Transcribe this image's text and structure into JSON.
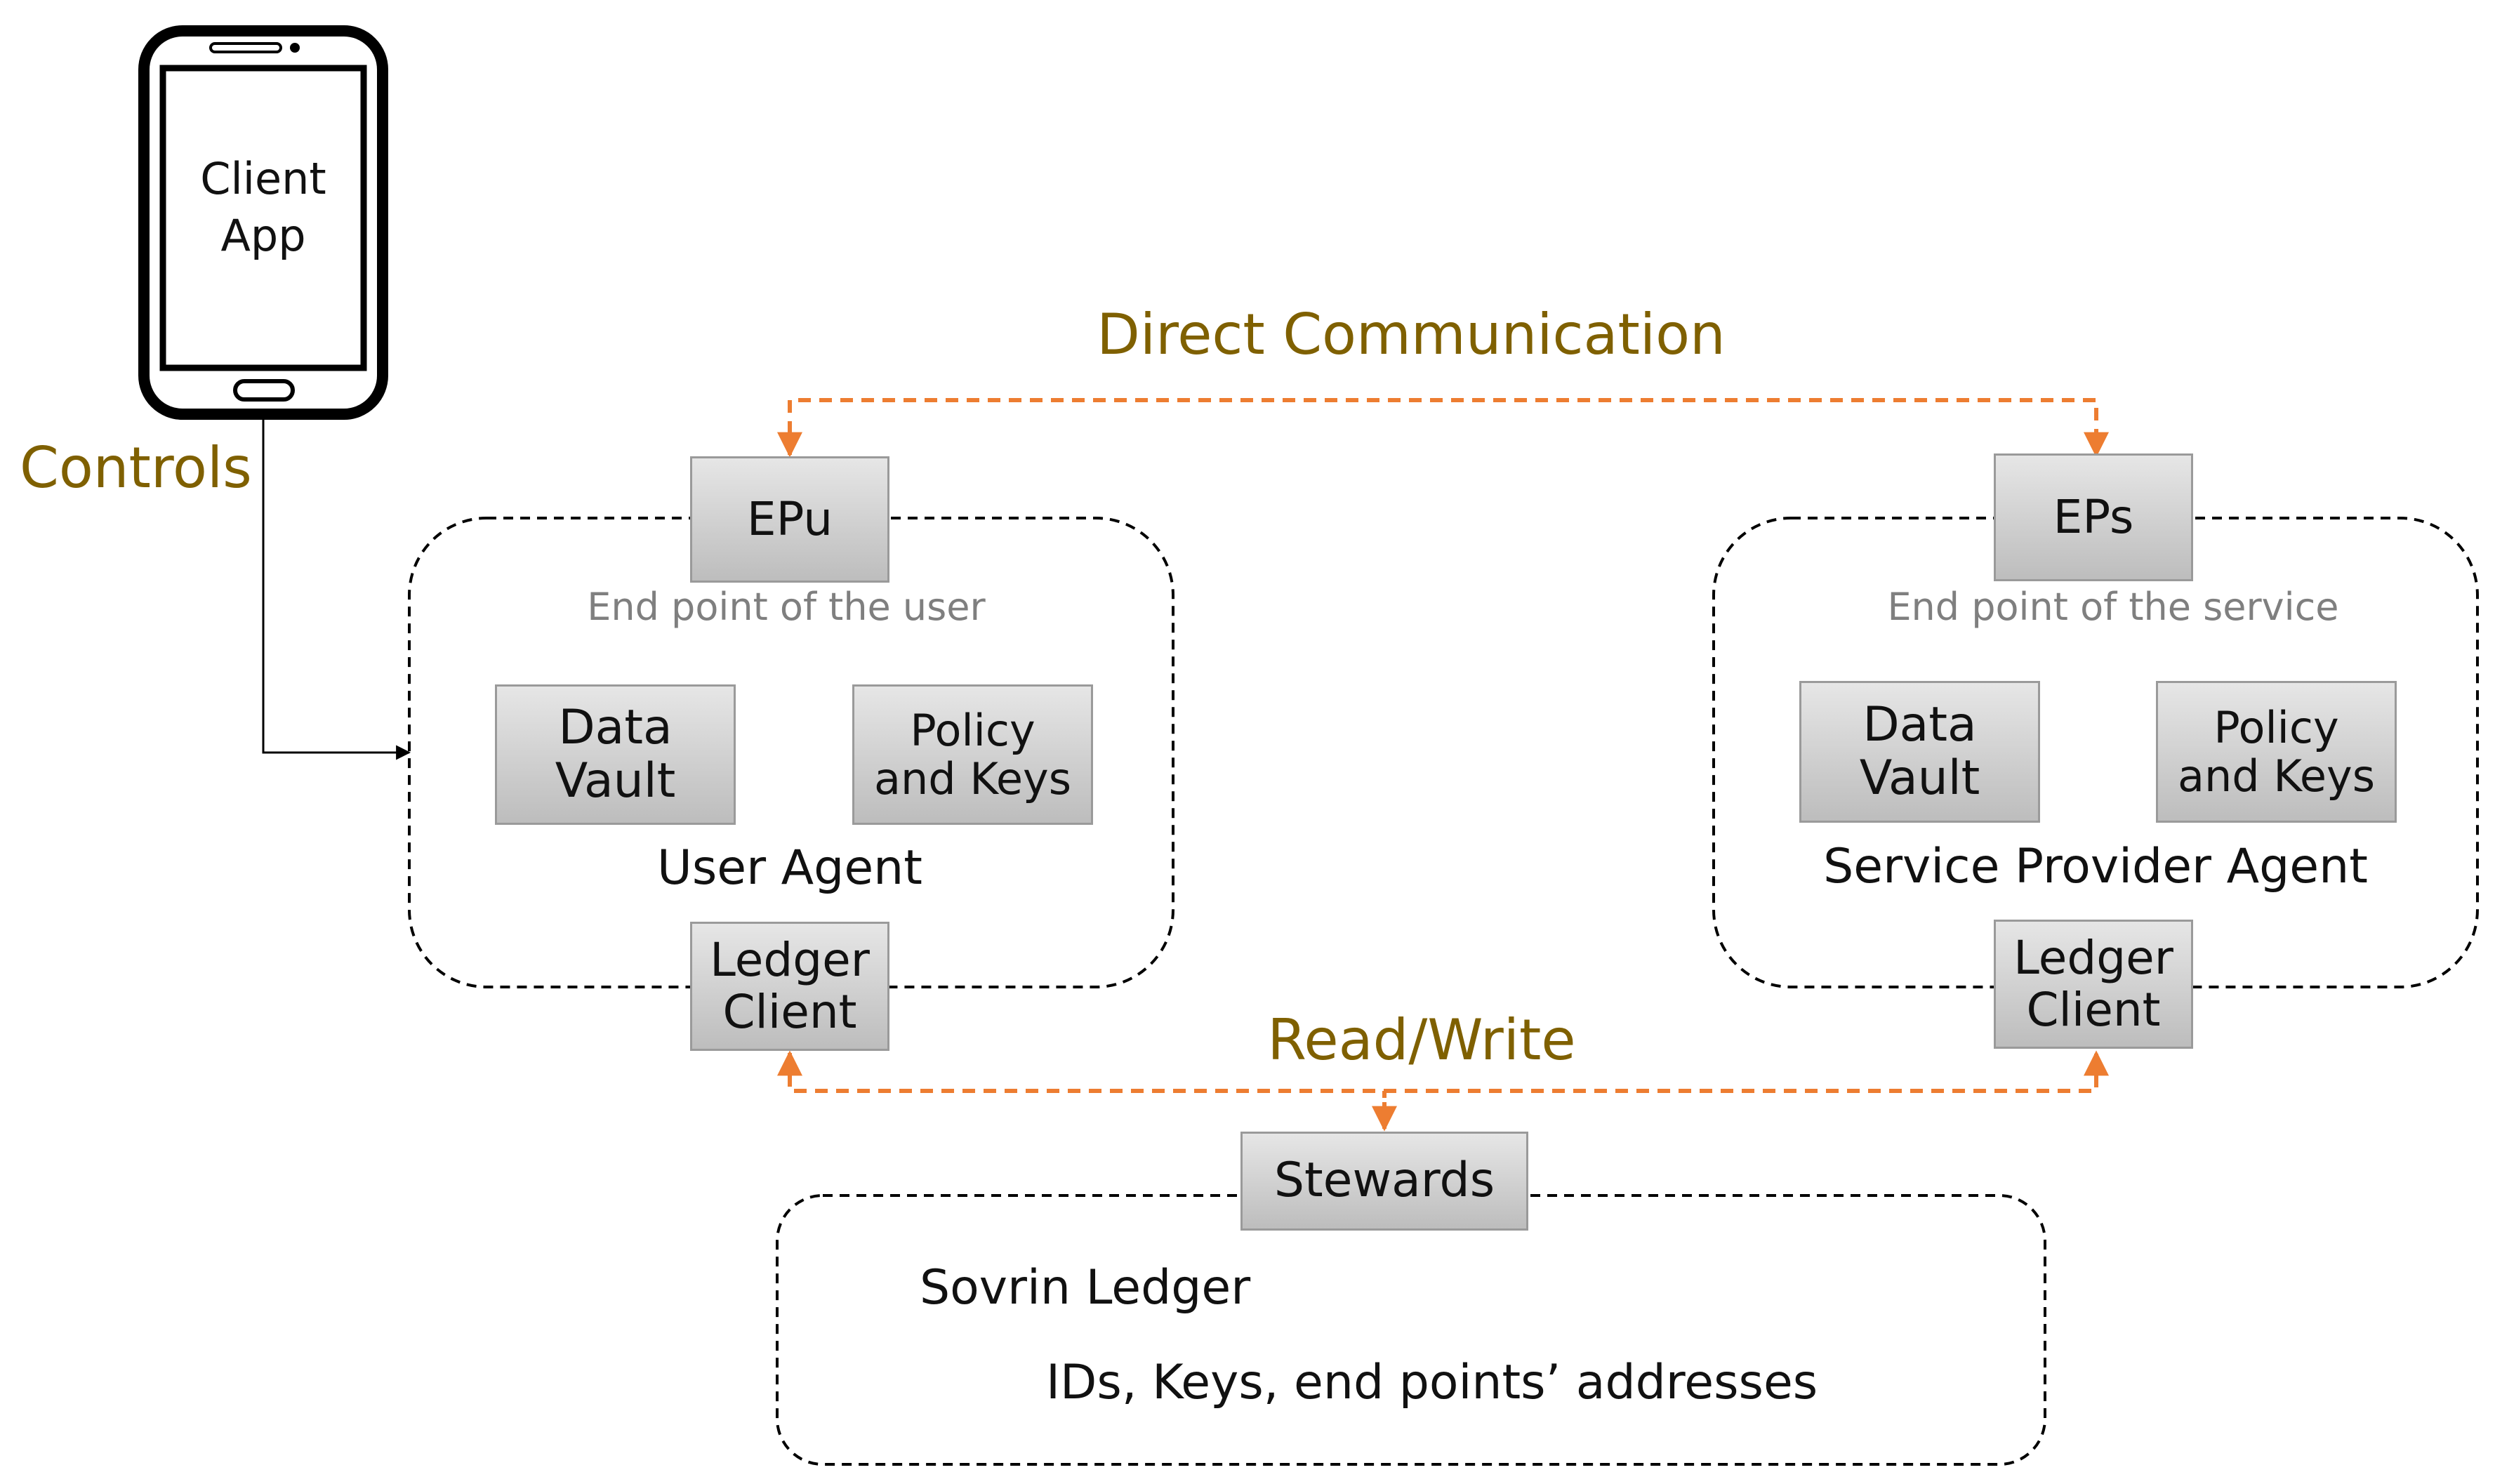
{
  "phone": {
    "screen_text": "Client\nApp"
  },
  "labels": {
    "controls": "Controls",
    "direct_communication": "Direct Communication",
    "read_write": "Read/Write"
  },
  "user_agent": {
    "endpoint": "EPu",
    "endpoint_caption": "End point of the user",
    "data_vault": "Data\nVault",
    "policy_keys": "Policy\nand Keys",
    "title": "User Agent",
    "ledger_client": "Ledger\nClient"
  },
  "service_agent": {
    "endpoint": "EPs",
    "endpoint_caption": "End point of the service",
    "data_vault": "Data\nVault",
    "policy_keys": "Policy\nand Keys",
    "title": "Service Provider Agent",
    "ledger_client": "Ledger\nClient"
  },
  "ledger": {
    "stewards": "Stewards",
    "title": "Sovrin Ledger",
    "contents": "IDs, Keys, end points’ addresses"
  },
  "colors": {
    "accent_label": "#7f6000",
    "arrow_orange": "#ed7d31",
    "box_fill_top": "#e6e6e6",
    "box_fill_bottom": "#bdbdbd",
    "caption_gray": "#7f7f7f"
  }
}
